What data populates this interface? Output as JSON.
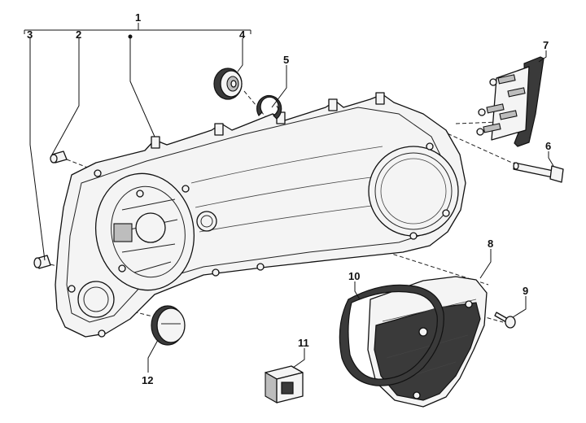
{
  "callouts": [
    {
      "id": "1",
      "label": "1"
    },
    {
      "id": "2",
      "label": "2"
    },
    {
      "id": "3",
      "label": "3"
    },
    {
      "id": "4",
      "label": "4"
    },
    {
      "id": "5",
      "label": "5"
    },
    {
      "id": "6",
      "label": "6"
    },
    {
      "id": "7",
      "label": "7"
    },
    {
      "id": "8",
      "label": "8"
    },
    {
      "id": "9",
      "label": "9"
    },
    {
      "id": "10",
      "label": "10"
    },
    {
      "id": "11",
      "label": "11"
    },
    {
      "id": "12",
      "label": "12"
    }
  ],
  "colors": {
    "line": "#111111",
    "fill_light": "#f4f4f4",
    "fill_dark": "#3a3a3a"
  }
}
